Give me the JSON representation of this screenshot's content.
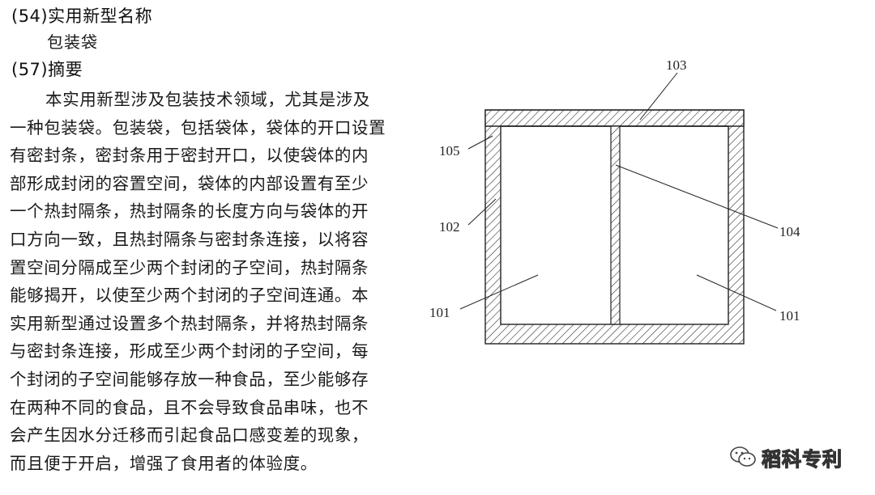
{
  "header": {
    "field54_label": "(54)实用新型名称",
    "utility_model_name": "包装袋",
    "field57_label": "(57)摘要"
  },
  "abstract": {
    "lines": [
      "本实用新型涉及包装技术领域，尤其是涉及",
      "一种包装袋。包装袋，包括袋体，袋体的开口设置",
      "有密封条，密封条用于密封开口，以使袋体的内",
      "部形成封闭的容置空间，袋体的内部设置有至少",
      "一个热封隔条，热封隔条的长度方向与袋体的开",
      "口方向一致，且热封隔条与密封条连接，以将容",
      "置空间分隔成至少两个封闭的子空间，热封隔条",
      "能够揭开，以使至少两个封闭的子空间连通。本",
      "实用新型通过设置多个热封隔条，并将热封隔条",
      "与密封条连接，形成至少两个封闭的子空间，每",
      "个封闭的子空间能够存放一种食品，至少能够存",
      "在两种不同的食品，且不会导致食品串味，也不",
      "会产生因水分迁移而引起食品口感变差的现象，",
      "而且便于开启，增强了食用者的体验度。"
    ]
  },
  "figure": {
    "labels": {
      "l103": "103",
      "l105": "105",
      "l102": "102",
      "l104": "104",
      "l101_left": "101",
      "l101_right": "101"
    }
  },
  "watermark": {
    "text": "稻科专利",
    "icon": "wechat-icon"
  }
}
